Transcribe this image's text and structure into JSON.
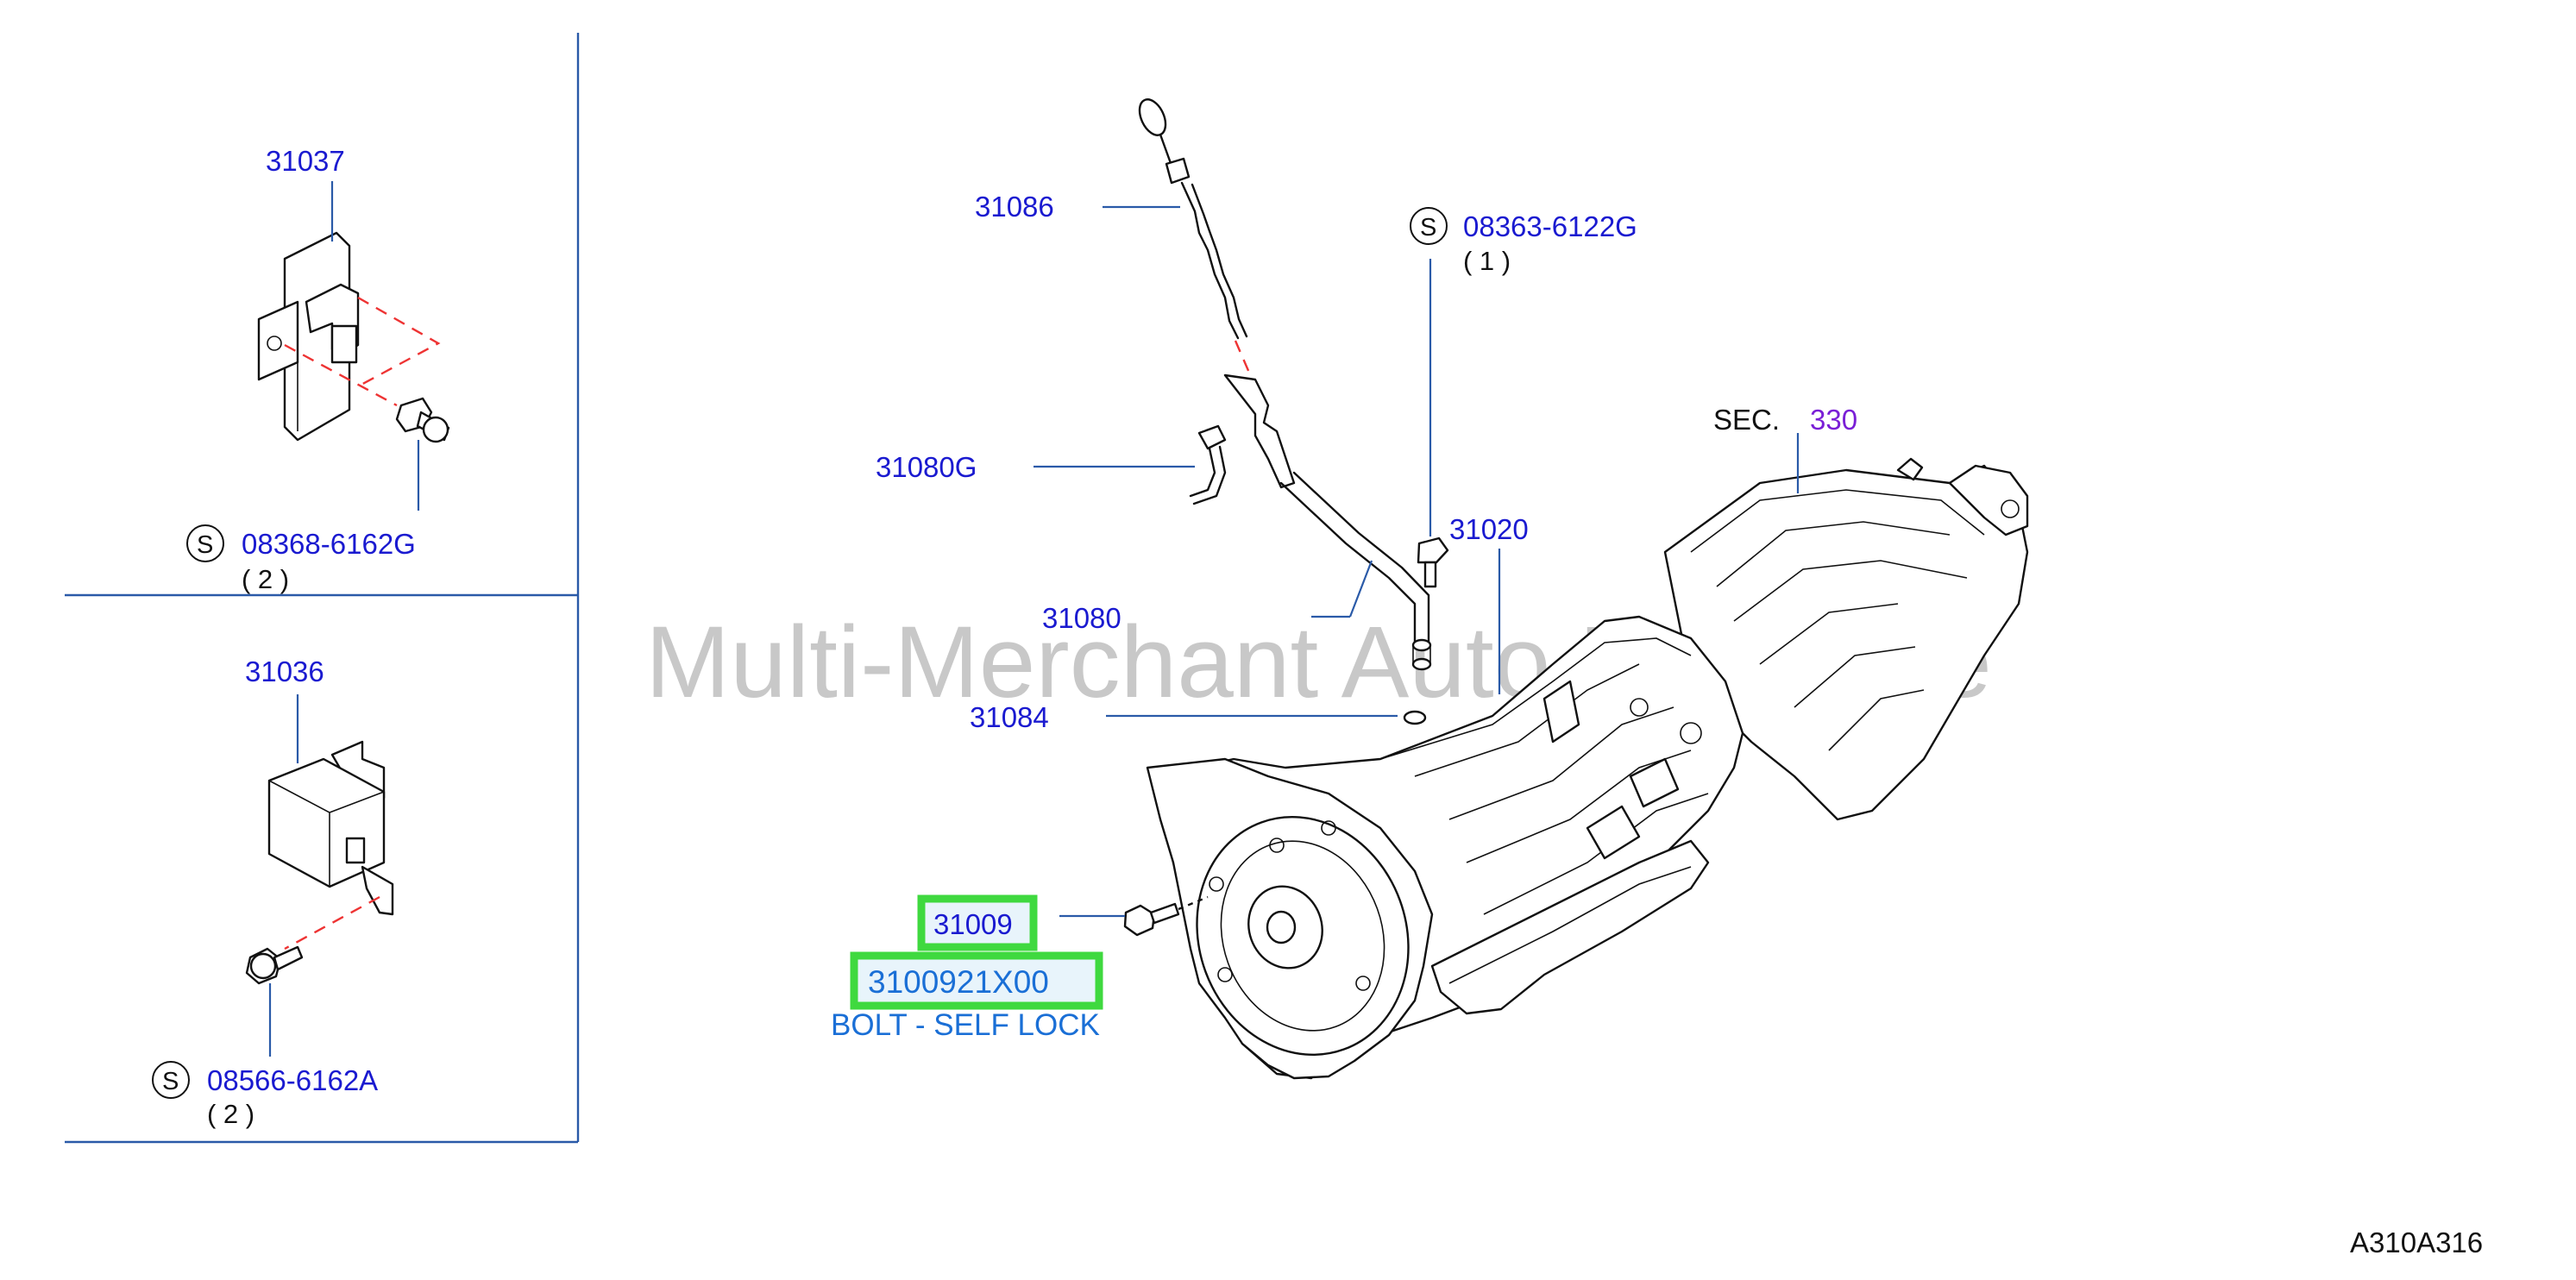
{
  "watermark": "Multi-Merchant Auto Partstore",
  "figure_code": "A310A316",
  "section": {
    "prefix": "SEC.",
    "number": "330"
  },
  "callouts": {
    "p31037": "31037",
    "p08368": "08368-6162G",
    "p08368_qty": "( 2 )",
    "p31036": "31036",
    "p08566": "08566-6162A",
    "p08566_qty": "( 2 )",
    "p31086": "31086",
    "p08363": "08363-6122G",
    "p08363_qty": "( 1 )",
    "p31080G": "31080G",
    "p31020": "31020",
    "p31080": "31080",
    "p31084": "31084",
    "p31009": "31009",
    "p3100921X00": "3100921X00",
    "bolt_desc": "BOLT - SELF LOCK"
  },
  "s_marker": "S",
  "colors": {
    "label_blue": "#1a1ad0",
    "leader_blue": "#2a5aa8",
    "highlight_green": "#3fd93f",
    "section_purple": "#7a1fd6",
    "dashed_red": "#e33333"
  }
}
